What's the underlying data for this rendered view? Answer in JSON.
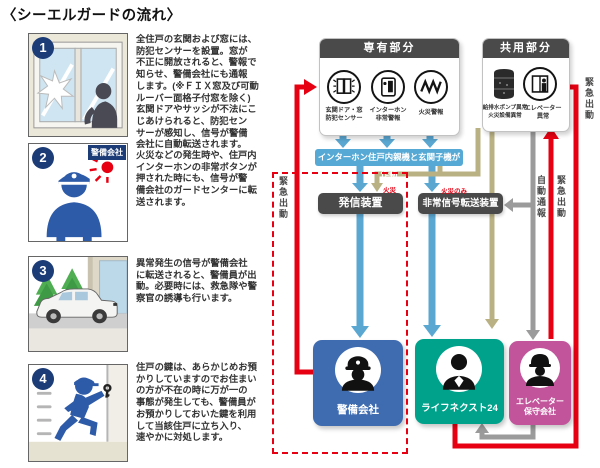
{
  "title": "〈シーエルガードの流れ〉",
  "steps": [
    {
      "number": "1",
      "caption": "全住戸の玄関および窓には、\n防犯センサーを設置。窓が\n不正に開放されると、警報で\n知らせ、警備会社にも通報\nします。(※ＦＩＸ窓及び可動\nルーバー面格子付窓を除く)\n玄関ドアやサッシが不法にこ\nじあけられると、防犯セン\nサーが感知し、信号が警備\n会社に自動転送されます。"
    },
    {
      "number": "2",
      "badge": "警備会社",
      "caption": "火災などの発生時や、住戸内\nインターホンの非常ボタンが\n押された時にも、信号が警\n備会社のガードセンターに転\n送されます。"
    },
    {
      "number": "3",
      "caption": "異常発生の信号が警備会社\nに転送されると、警備員が出\n動。必要時には、救急隊や警\n察官の誘導も行います。"
    },
    {
      "number": "4",
      "caption": "住戸の鍵は、あらかじめお預\nかりしていますのでお住まい\nの方が不在の時に万が一の\n事態が発生しても、警備員が\nお預かりしておいた鍵を利用\nして当該住戸に立ち入り、\n速やかに対処します。"
    }
  ],
  "diagram": {
    "private_area": {
      "title": "専有部分",
      "items": [
        "玄関ドア・窓\n防犯センサー",
        "インターホン\n非常警報",
        "火災警報"
      ]
    },
    "common_area": {
      "title": "共用部分",
      "items": [
        "給排水ポンプ異常\n火災設備異常",
        "エレベーター\n異常"
      ]
    },
    "intercom_bar": "インターホン住戸内親機と玄関子機が作動",
    "transmitter": "発信装置",
    "relay": "非常信号転送装置",
    "security_company": "警備会社",
    "lifenext": "ライフネクスト24",
    "elevator_company": "エレベーター\n保守会社",
    "flow_labels": {
      "fire": "火災",
      "fire_only": "火災のみ",
      "auto_report": "自動通報",
      "emergency_dispatch": "緊急出動"
    },
    "colors": {
      "blue_arrow": "#5aa7d2",
      "tan_arrow": "#b9b183",
      "gray_arrow": "#9b9b9b",
      "red": "#e60012",
      "dark_box": "#4a4a4a",
      "bar_blue": "#55a9d4",
      "security_blue": "#3f6cb0",
      "lifenext_teal": "#00a28b",
      "elevator_pink": "#c2549c",
      "badge_navy": "#1c3c78"
    }
  }
}
